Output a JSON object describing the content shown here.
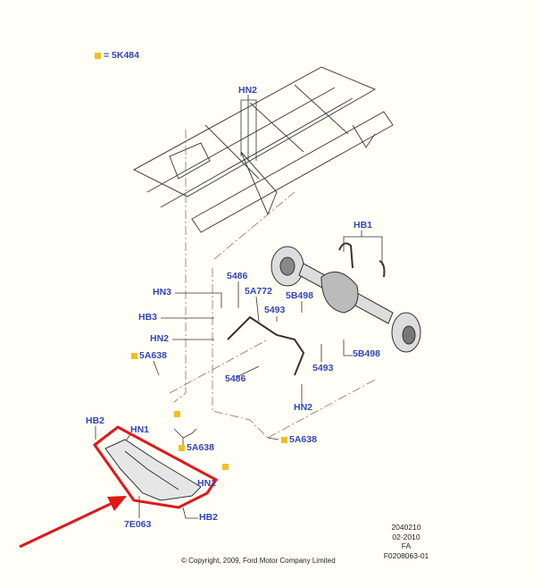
{
  "legend": {
    "label": "= 5K484",
    "marker_color": "#f0c020"
  },
  "callouts": {
    "hn2_top": "HN2",
    "hb1": "HB1",
    "n5486_a": "5486",
    "hn3": "HN3",
    "n5a772": "5A772",
    "n5b498_a": "5B498",
    "hb3": "HB3",
    "n5493_a": "5493",
    "hn2_mid": "HN2",
    "n5a638_a": "5A638",
    "n5b498_b": "5B498",
    "n5493_b": "5493",
    "n5486_b": "5486",
    "hn2_low": "HN2",
    "hb2_a": "HB2",
    "hn1_a": "HN1",
    "n5a638_b": "5A638",
    "n5a638_c": "5A638",
    "hn1_b": "HN1",
    "n7e063": "7E063",
    "hb2_b": "HB2"
  },
  "info": {
    "line1": "2040210",
    "line2": "02-2010",
    "line3": "FA",
    "line4": "F0208063-01"
  },
  "copyright": "© Copyright, 2009, Ford Motor Company Limited",
  "colors": {
    "label": "#3344bb",
    "highlight": "#e01818",
    "marker": "#f0c020"
  }
}
